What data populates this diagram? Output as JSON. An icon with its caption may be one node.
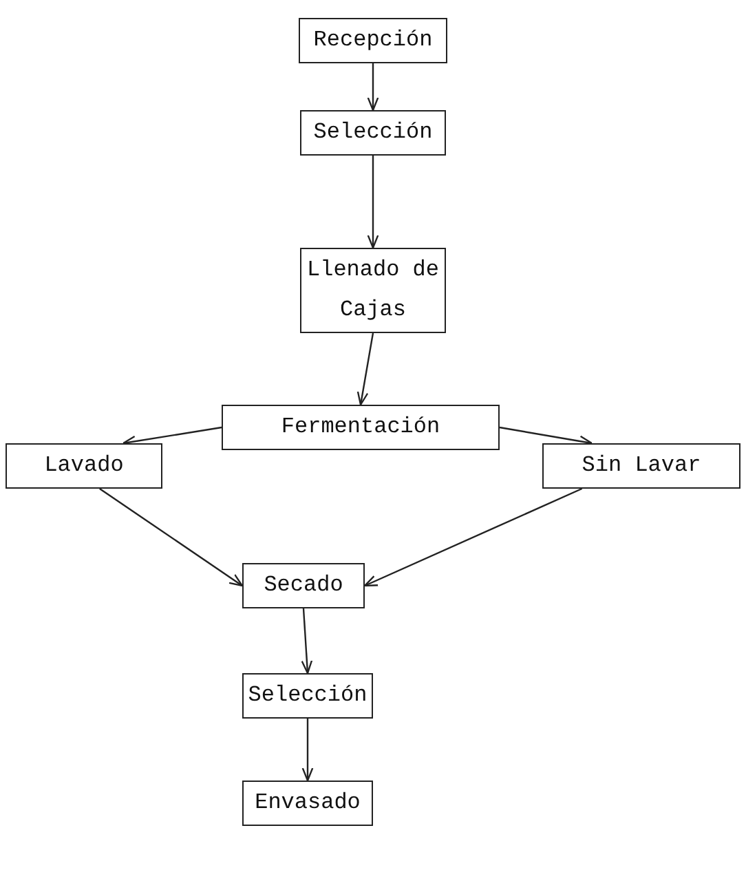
{
  "diagram": {
    "nodes": [
      {
        "text": [
          "Recepción"
        ]
      },
      {
        "text": [
          "Selección"
        ]
      },
      {
        "text": [
          "Llenado de Cajas"
        ]
      },
      {
        "text": [
          "Fermentación"
        ]
      },
      {
        "text": [
          "Lavado"
        ]
      },
      {
        "text": [
          "Sin Lavar"
        ]
      },
      {
        "text": [
          "Secado"
        ]
      },
      {
        "text": [
          "Selección"
        ]
      },
      {
        "text": [
          "Envasado"
        ]
      }
    ],
    "edges": [
      {
        "from": 0,
        "to": 1,
        "arrow": "to"
      },
      {
        "from": 1,
        "to": 2,
        "arrow": "to"
      },
      {
        "from": 2,
        "to": 3,
        "arrow": "to"
      },
      {
        "from": 3,
        "to": 4,
        "arrow": "to"
      },
      {
        "from": 3,
        "to": 5,
        "arrow": "to"
      },
      {
        "from": 4,
        "to": 6,
        "arrow": "to"
      },
      {
        "from": 5,
        "to": 6,
        "arrow": "to"
      },
      {
        "from": 6,
        "to": 7,
        "arrow": "to"
      },
      {
        "from": 7,
        "to": 8,
        "arrow": "to"
      }
    ]
  }
}
